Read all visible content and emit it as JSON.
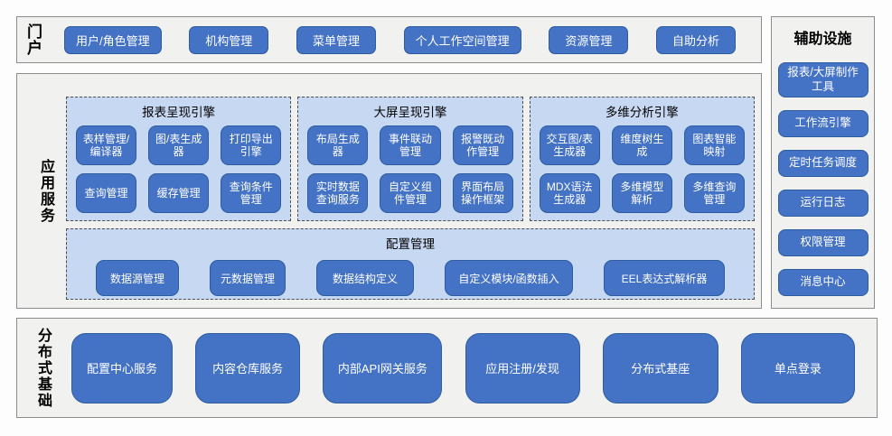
{
  "colors": {
    "button_blue": "#4472c4",
    "button_border": "#2e5c9e",
    "panel_light_blue": "#c7d8f2",
    "section_gray": "#f1f1f0",
    "section_border": "#8c8c8c",
    "text_on_button": "#ffffff",
    "text_dark": "#000000"
  },
  "portal": {
    "label": "门户",
    "items": [
      "用户/角色管理",
      "机构管理",
      "菜单管理",
      "个人工作空间管理",
      "资源管理",
      "自助分析"
    ]
  },
  "app_services": {
    "label": "应用服务",
    "engines": [
      {
        "title": "报表呈现引擎",
        "items": [
          "表样管理/编译器",
          "图/表生成器",
          "打印导出引擎",
          "查询管理",
          "缓存管理",
          "查询条件管理"
        ]
      },
      {
        "title": "大屏呈现引擎",
        "items": [
          "布局生成器",
          "事件联动管理",
          "报警既动作管理",
          "实时数据查询服务",
          "自定义组件管理",
          "界面布局操作框架"
        ]
      },
      {
        "title": "多维分析引擎",
        "items": [
          "交互图/表生成器",
          "维度树生成",
          "图表智能映射",
          "MDX语法生成器",
          "多维模型解析",
          "多维查询管理"
        ]
      }
    ],
    "config": {
      "title": "配置管理",
      "items": [
        "数据源管理",
        "元数据管理",
        "数据结构定义",
        "自定义模块/函数插入",
        "EEL表达式解析器"
      ]
    }
  },
  "auxiliary": {
    "title": "辅助设施",
    "items": [
      "报表/大屏制作工具",
      "工作流引擎",
      "定时任务调度",
      "运行日志",
      "权限管理",
      "消息中心"
    ]
  },
  "distributed": {
    "label": "分布式基础",
    "items": [
      "配置中心服务",
      "内容仓库服务",
      "内部API网关服务",
      "应用注册/发现",
      "分布式基座",
      "单点登录"
    ]
  }
}
